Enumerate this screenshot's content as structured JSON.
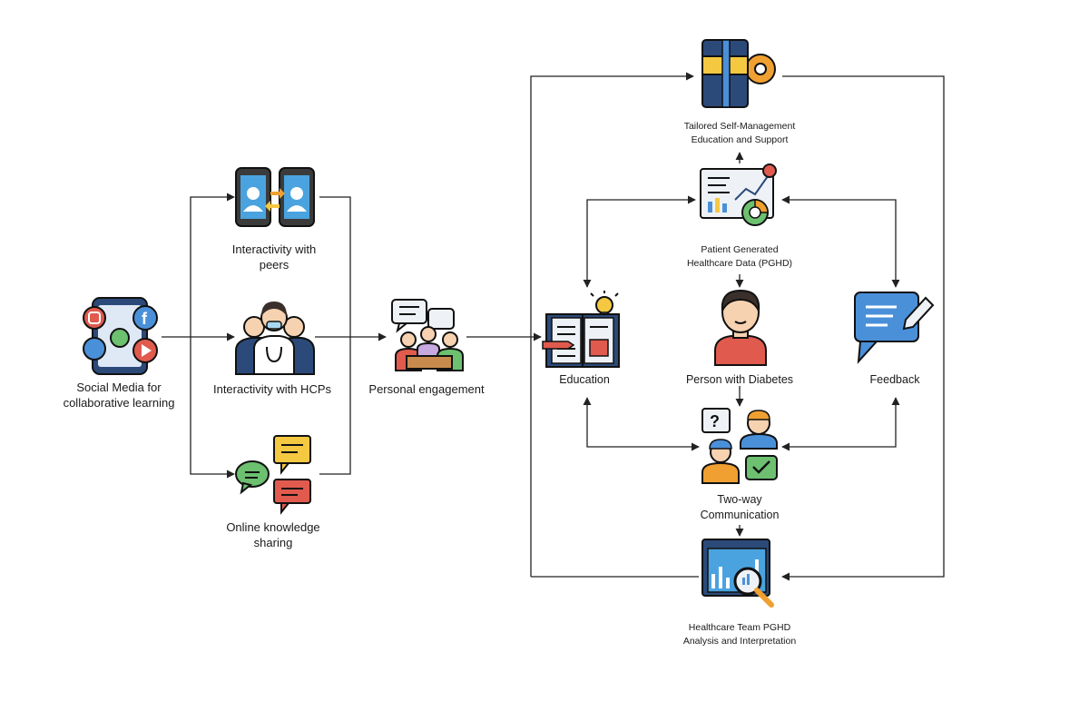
{
  "nodes": {
    "social_media": {
      "line1": "Social Media for",
      "line2": "collaborative learning",
      "icon": "social-media-phone-icon"
    },
    "peers": {
      "line1": "Interactivity with",
      "line2": "peers",
      "icon": "peer-phones-icon"
    },
    "hcps": {
      "line1": "Interactivity with HCPs",
      "icon": "healthcare-professionals-icon"
    },
    "knowledge": {
      "line1": "Online knowledge",
      "line2": "sharing",
      "icon": "chat-bubbles-icon"
    },
    "engagement": {
      "line1": "Personal engagement",
      "icon": "meeting-icon"
    },
    "tailored": {
      "line1": "Tailored Self-Management",
      "line2": "Education and Support",
      "icon": "book-gear-icon"
    },
    "pghd": {
      "line1": "Patient Generated",
      "line2": "Healthcare Data (PGHD)",
      "icon": "data-dashboard-icon"
    },
    "education": {
      "line1": "Education",
      "icon": "open-book-lightbulb-icon"
    },
    "person": {
      "line1": "Person with Diabetes",
      "icon": "person-icon"
    },
    "feedback": {
      "line1": "Feedback",
      "icon": "feedback-bubble-icon"
    },
    "two_way": {
      "line1": "Two-way",
      "line2": "Communication",
      "icon": "doctor-patient-conversation-icon"
    },
    "team_analysis": {
      "line1": "Healthcare Team PGHD",
      "line2": "Analysis and Interpretation",
      "icon": "analytics-magnifier-icon"
    }
  },
  "colors": {
    "line": "#222222",
    "blue": "#4a90d9",
    "navy": "#2b4a7a",
    "yellow": "#f5c842",
    "orange": "#f0a030",
    "red": "#e05a4e",
    "green": "#6cc070",
    "skin": "#f6d2b0",
    "hair": "#3a2f2a"
  }
}
